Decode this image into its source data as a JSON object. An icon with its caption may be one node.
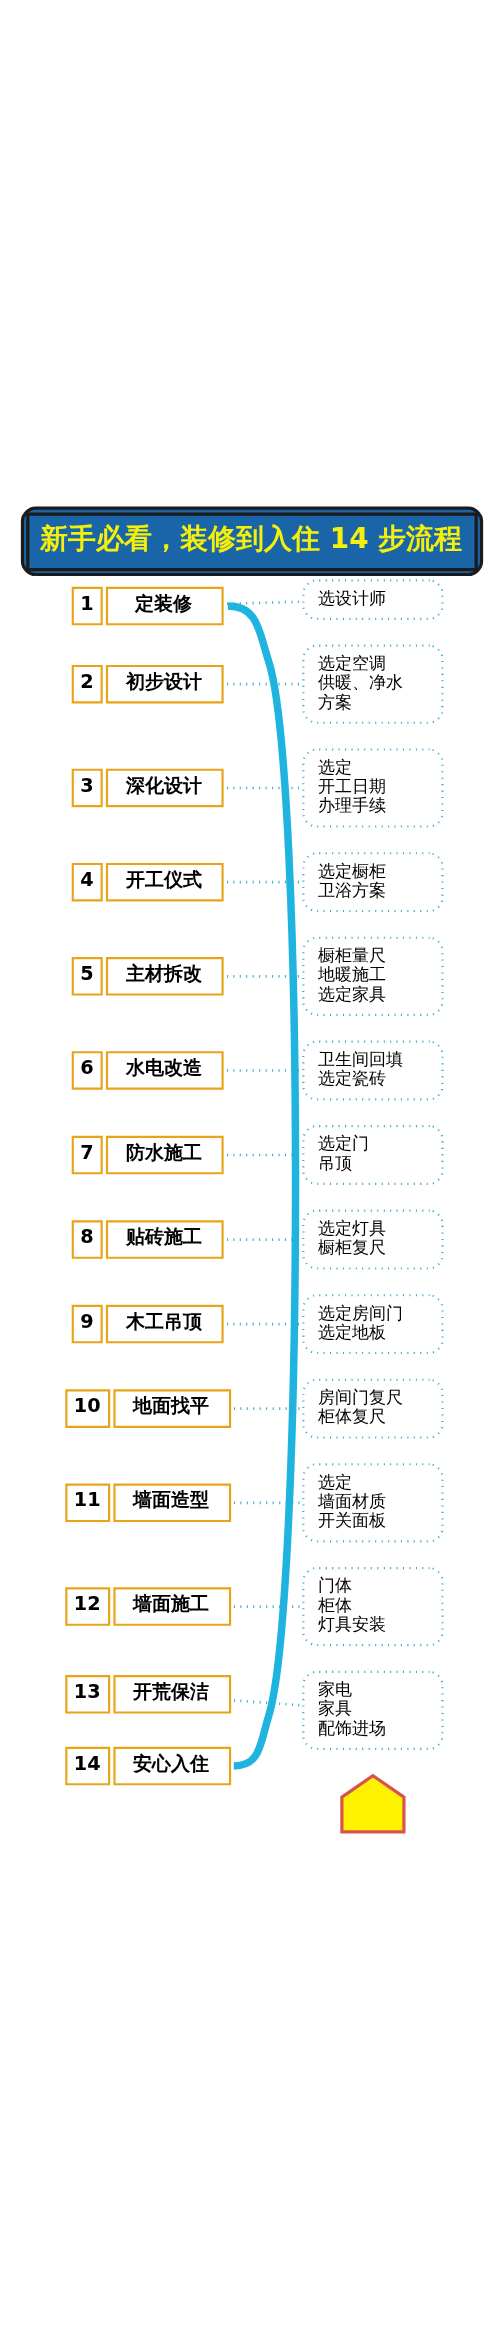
{
  "diagram": {
    "title": "新手必看，装修到入住 14 步流程",
    "nodes": [
      {
        "text": [
          "1",
          "定装修"
        ]
      },
      {
        "text": [
          "选设计师"
        ]
      },
      {
        "text": [
          "2",
          "初步设计"
        ]
      },
      {
        "text": [
          "选定空调",
          "供暖、净水",
          "方案"
        ]
      },
      {
        "text": [
          "3",
          "深化设计"
        ]
      },
      {
        "text": [
          "选定",
          "开工日期",
          "办理手续"
        ]
      },
      {
        "text": [
          "4",
          "开工仪式"
        ]
      },
      {
        "text": [
          "选定橱柜",
          "卫浴方案"
        ]
      },
      {
        "text": [
          "5",
          "主材拆改"
        ]
      },
      {
        "text": [
          "橱柜量尺",
          "地暖施工",
          "选定家具"
        ]
      },
      {
        "text": [
          "6",
          "水电改造"
        ]
      },
      {
        "text": [
          "卫生间回填",
          "选定瓷砖"
        ]
      },
      {
        "text": [
          "7",
          "防水施工"
        ]
      },
      {
        "text": [
          "选定门",
          "吊顶"
        ]
      },
      {
        "text": [
          "8",
          "贴砖施工"
        ]
      },
      {
        "text": [
          "选定灯具",
          "橱柜复尺"
        ]
      },
      {
        "text": [
          "9",
          "木工吊顶"
        ]
      },
      {
        "text": [
          "选定房间门",
          "选定地板"
        ]
      },
      {
        "text": [
          "10",
          "地面找平"
        ]
      },
      {
        "text": [
          "房间门复尺",
          "柜体复尺"
        ]
      },
      {
        "text": [
          "11",
          "墙面造型"
        ]
      },
      {
        "text": [
          "选定",
          "墙面材质",
          "开关面板"
        ]
      },
      {
        "text": [
          "12",
          "墙面施工"
        ]
      },
      {
        "text": [
          "门体",
          "柜体",
          "灯具安装"
        ]
      },
      {
        "text": [
          "13",
          "开荒保洁"
        ]
      },
      {
        "text": [
          "家电",
          "家具",
          "配饰进场"
        ]
      },
      {
        "text": [],
        "shape": "house"
      },
      {
        "text": [
          "14",
          "安心入住"
        ]
      }
    ],
    "edges": [
      {
        "from": 0,
        "to": 27,
        "arrow": "none",
        "style": "thick",
        "color": "#1fb3e0"
      },
      {
        "from": 0,
        "to": 1,
        "arrow": "none",
        "style": "dashed"
      },
      {
        "from": 2,
        "to": 3,
        "arrow": "none",
        "style": "dashed"
      },
      {
        "from": 4,
        "to": 5,
        "arrow": "none",
        "style": "dashed"
      },
      {
        "from": 6,
        "to": 7,
        "arrow": "none",
        "style": "dashed"
      },
      {
        "from": 8,
        "to": 9,
        "arrow": "none",
        "style": "dashed"
      },
      {
        "from": 10,
        "to": 11,
        "arrow": "none",
        "style": "dashed"
      },
      {
        "from": 12,
        "to": 13,
        "arrow": "none",
        "style": "dashed"
      },
      {
        "from": 14,
        "to": 15,
        "arrow": "none",
        "style": "dashed"
      },
      {
        "from": 16,
        "to": 17,
        "arrow": "none",
        "style": "dashed"
      },
      {
        "from": 18,
        "to": 19,
        "arrow": "none",
        "style": "dashed"
      },
      {
        "from": 20,
        "to": 21,
        "arrow": "none",
        "style": "dashed"
      },
      {
        "from": 22,
        "to": 23,
        "arrow": "none",
        "style": "dashed"
      },
      {
        "from": 24,
        "to": 25,
        "arrow": "none",
        "style": "dashed"
      }
    ]
  }
}
